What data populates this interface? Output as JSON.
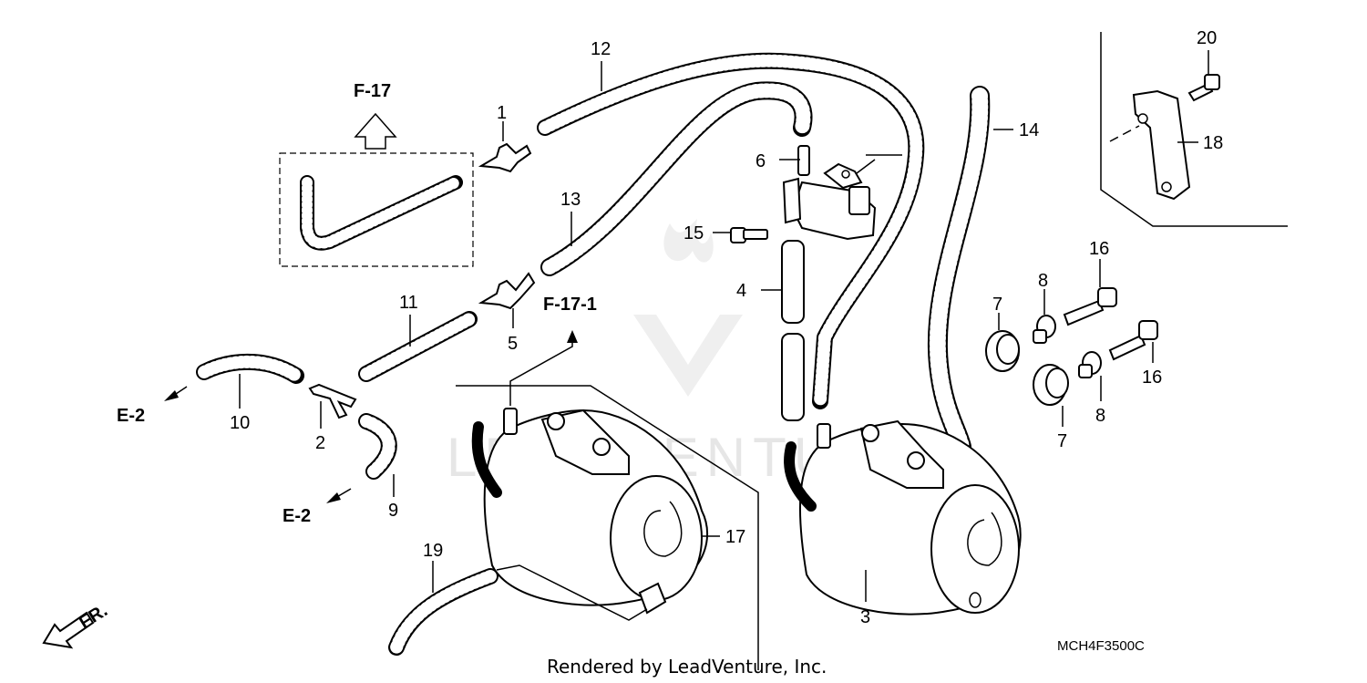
{
  "diagram": {
    "callouts": {
      "c1": "1",
      "c2": "2",
      "c3": "3",
      "c4": "4",
      "c5": "5",
      "c6": "6",
      "c7a": "7",
      "c7b": "7",
      "c8a": "8",
      "c8b": "8",
      "c9": "9",
      "c10": "10",
      "c11": "11",
      "c12": "12",
      "c13": "13",
      "c14": "14",
      "c15": "15",
      "c16a": "16",
      "c16b": "16",
      "c17": "17",
      "c18": "18",
      "c19": "19",
      "c20": "20"
    },
    "refs": {
      "f17": "F-17",
      "f171": "F-17-1",
      "e2a": "E-2",
      "e2b": "E-2",
      "front": "FR."
    },
    "diagram_code": "MCH4F3500C",
    "credit": "Rendered by LeadVenture, Inc.",
    "watermark": "LEADVENTURE"
  }
}
